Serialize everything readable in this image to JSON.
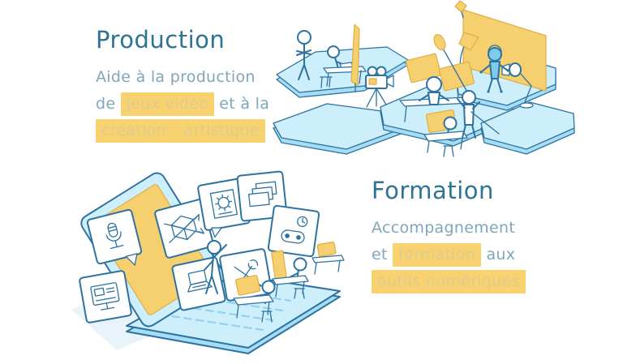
{
  "palette": {
    "title_color": "#2d7492",
    "body_color": "#7fa6bc",
    "hl_bg": "#f7d26f",
    "hl_text": "#dfcb90",
    "ill_line": "#2e72a0",
    "ill_light": "#cdeefb",
    "ill_mid": "#a5def4",
    "ill_yellow": "#f6cf6e",
    "ill_yellow_stroke": "#dfae45",
    "ill_figure_blue": "#7ecbea",
    "ill_key": "#8fd0ee",
    "ill_shadow": "#e9f4fa"
  },
  "sections": {
    "production": {
      "title": "Production",
      "desc_line1": "Aide à la production",
      "desc_line2_pre": "de",
      "desc_line2_highlight": "jeux vidéo",
      "desc_line2_post": "et à la",
      "desc_line3_highlight": "création artistique"
    },
    "formation": {
      "title": "Formation",
      "desc_line1": "Accompagnement",
      "desc_line2_pre": "et",
      "desc_line2_highlight": "formation",
      "desc_line2_post": "aux",
      "desc_line3_highlight": "outils numériques"
    }
  },
  "illustrations": {
    "studio": {
      "name": "production-studio-scene",
      "elements": [
        "platform-tiles",
        "standing-figure",
        "writer-at-desk",
        "reflector-flag",
        "film-camera-icon",
        "tripod",
        "dual-yellow-monitors-desk",
        "workstation-desk",
        "boom-mic-icon",
        "mocap-actor-figure",
        "boom-operator-figure",
        "desk-lamp-icon",
        "spotlight-icon",
        "yellow-backdrop-panel",
        "kite-marker"
      ]
    },
    "laptop": {
      "name": "digital-tools-laptop-scene",
      "elements": [
        "giant-laptop",
        "yellow-screen",
        "video-monitor-icon",
        "microphone-icon",
        "cube-3d-icon",
        "gear-frame-icon",
        "screen-stack-icon",
        "laptop-icon",
        "wrench-pencil-icon",
        "gamepad-clock-icon",
        "standing-figure",
        "trainees-at-desks"
      ]
    }
  }
}
